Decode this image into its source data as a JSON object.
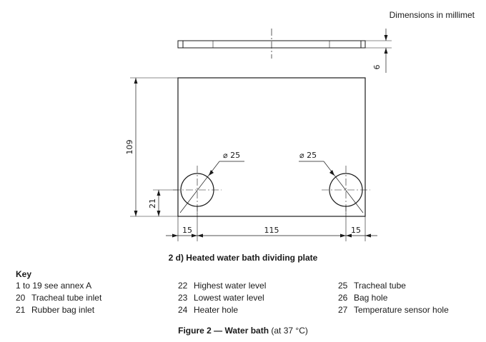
{
  "header": {
    "units_note": "Dimensions in millimet"
  },
  "drawing": {
    "thickness": "6",
    "height": "109",
    "hole_offset": "21",
    "hole_left_dia": "⌀ 25",
    "hole_right_dia": "⌀ 25",
    "width_left": "15",
    "width_center": "115",
    "width_right": "15"
  },
  "subcaption": "2 d) Heated water bath dividing plate",
  "key": {
    "title": "Key",
    "items": [
      {
        "num": "",
        "label": "1 to 19 see annex A"
      },
      {
        "num": "20",
        "label": "Tracheal tube inlet"
      },
      {
        "num": "21",
        "label": "Rubber bag inlet"
      },
      {
        "num": "22",
        "label": "Highest water level"
      },
      {
        "num": "23",
        "label": "Lowest water level"
      },
      {
        "num": "24",
        "label": "Heater hole"
      },
      {
        "num": "25",
        "label": "Tracheal tube"
      },
      {
        "num": "26",
        "label": "Bag hole"
      },
      {
        "num": "27",
        "label": "Temperature sensor hole"
      }
    ]
  },
  "figure": {
    "title": "Figure 2 — Water bath",
    "suffix": "(at 37 °C)"
  }
}
